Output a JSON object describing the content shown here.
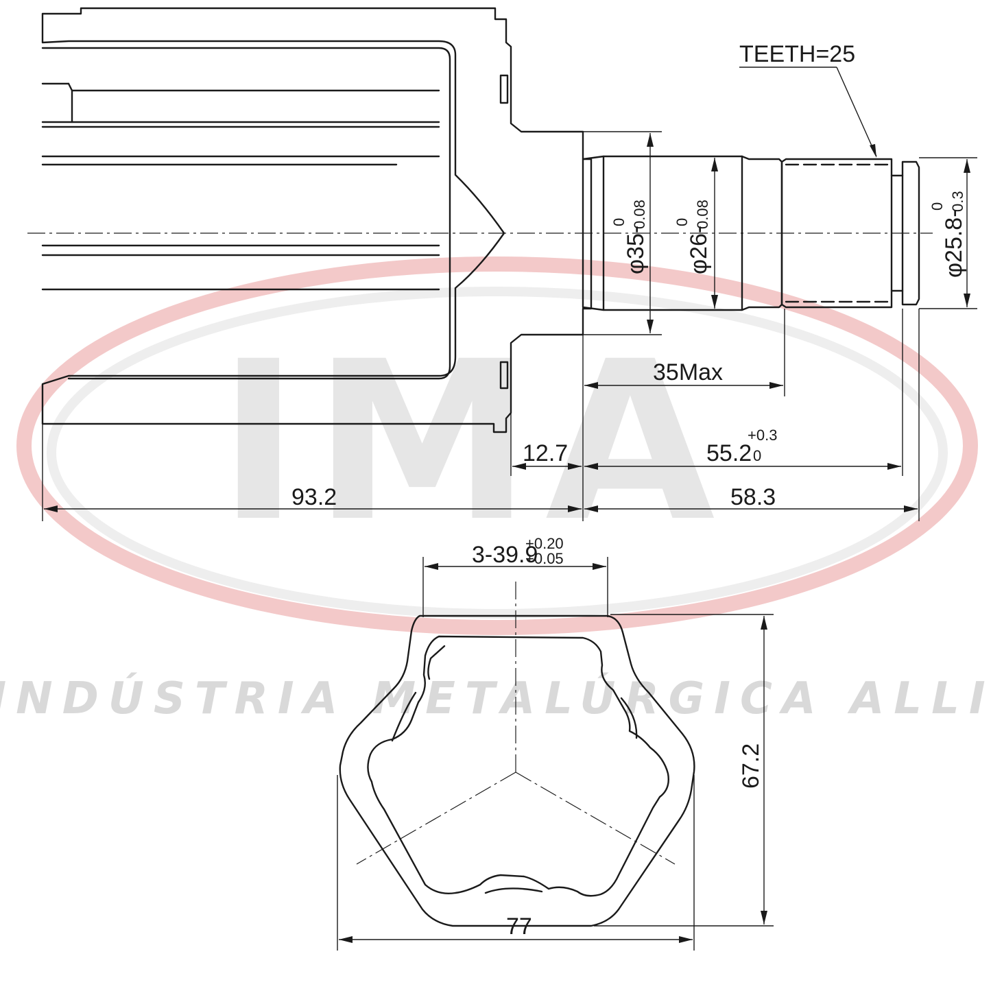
{
  "watermark": {
    "logo_letters": "IMA",
    "company": "INDÚSTRIA METALÚRGICA ALLI",
    "logo_red": "#e9a6a6",
    "logo_grey": "#dedede"
  },
  "side_view": {
    "teeth_label": "TEETH=25",
    "dia_35": {
      "base": "φ35-",
      "upper": "0",
      "lower": "0.08"
    },
    "dia_26": {
      "base": "φ26-",
      "upper": "0",
      "lower": "0.08"
    },
    "dia_258": {
      "base": "φ25.8-",
      "upper": "0",
      "lower": "0.3"
    },
    "dim_35max": "35Max",
    "dim_127": "12.7",
    "dim_552": {
      "base": "55.2",
      "upper": "+0.3",
      "lower": "0"
    },
    "dim_932": "93.2",
    "dim_583": "58.3"
  },
  "end_view": {
    "dim_track": {
      "base": "3-39.9",
      "upper": "+0.20",
      "lower": "+0.05"
    },
    "dim_height": "67.2",
    "dim_width": "77"
  },
  "colors": {
    "line": "#1a1a1a",
    "hatch": "#1a1a1a"
  }
}
